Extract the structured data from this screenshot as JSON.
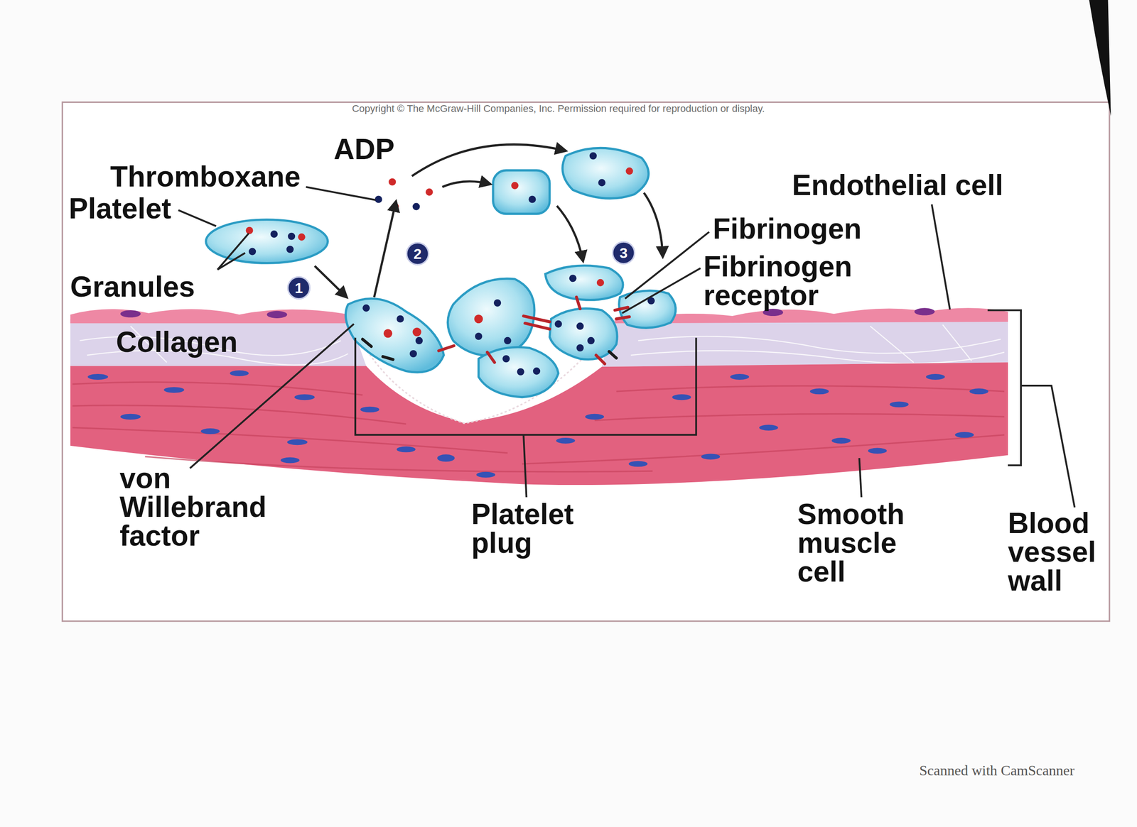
{
  "diagram": {
    "nodes": [
      {
        "text": [
          "1"
        ]
      },
      {
        "text": [
          "2"
        ]
      },
      {
        "text": [
          "3"
        ]
      }
    ],
    "labels": [
      "Copyright © The McGraw-Hill Companies, Inc. Permission required for reproduction or display.",
      "ADP",
      "Thromboxane",
      "Platelet",
      "Endothelial cell",
      "Fibrinogen",
      "Fibrinogen receptor",
      "Granules",
      "Collagen",
      "von Willebrand factor",
      "Platelet plug",
      "Smooth muscle cell",
      "Blood vessel wall",
      "Scanned with CamScanner"
    ]
  }
}
